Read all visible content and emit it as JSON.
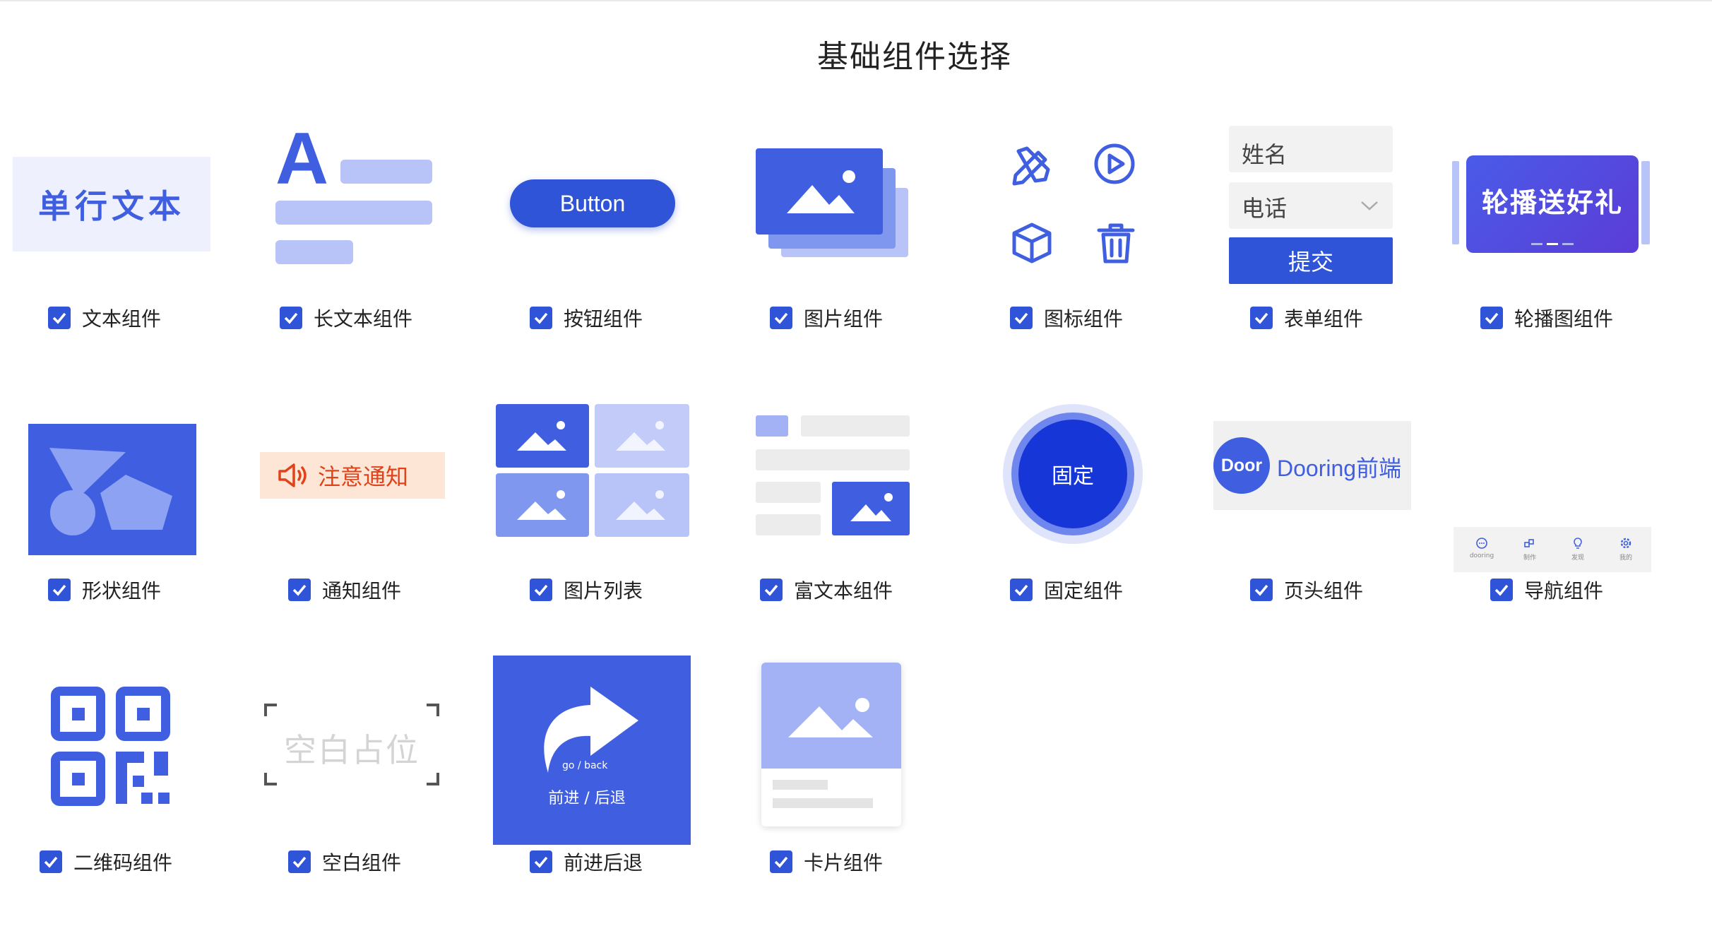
{
  "page": {
    "title": "基础组件选择"
  },
  "colors": {
    "accent": "#2f54d8",
    "primary": "#3f5fe0",
    "light": "#b8c4f8"
  },
  "thumbs": {
    "text": {
      "label": "单行文本"
    },
    "longtext": {
      "glyph": "A"
    },
    "button": {
      "label": "Button"
    },
    "form": {
      "field_name": "姓名",
      "field_phone": "电话",
      "submit": "提交"
    },
    "carousel": {
      "label": "轮播送好礼"
    },
    "notice": {
      "label": "注意通知"
    },
    "fixed": {
      "label": "固定"
    },
    "header": {
      "badge": "Door",
      "label": "Dooring前端"
    },
    "nav": {
      "items": [
        "dooring",
        "制作",
        "发现",
        "我的"
      ]
    },
    "blank": {
      "label": "空白占位"
    },
    "goback": {
      "caption": "go / back",
      "label": "前进 / 后退"
    }
  },
  "components": [
    {
      "label": "文本组件",
      "checked": true
    },
    {
      "label": "长文本组件",
      "checked": true
    },
    {
      "label": "按钮组件",
      "checked": true
    },
    {
      "label": "图片组件",
      "checked": true
    },
    {
      "label": "图标组件",
      "checked": true
    },
    {
      "label": "表单组件",
      "checked": true
    },
    {
      "label": "轮播图组件",
      "checked": true
    },
    {
      "label": "形状组件",
      "checked": true
    },
    {
      "label": "通知组件",
      "checked": true
    },
    {
      "label": "图片列表",
      "checked": true
    },
    {
      "label": "富文本组件",
      "checked": true
    },
    {
      "label": "固定组件",
      "checked": true
    },
    {
      "label": "页头组件",
      "checked": true
    },
    {
      "label": "导航组件",
      "checked": true
    },
    {
      "label": "二维码组件",
      "checked": true
    },
    {
      "label": "空白组件",
      "checked": true
    },
    {
      "label": "前进后退",
      "checked": true
    },
    {
      "label": "卡片组件",
      "checked": true
    }
  ]
}
